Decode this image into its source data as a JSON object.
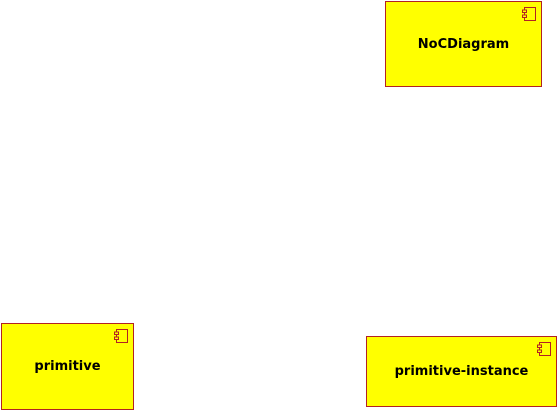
{
  "colors": {
    "component_fill": "#ffff00",
    "component_border": "#b22222"
  },
  "components": [
    {
      "label": "NoCDiagram",
      "icon": "uml-component-icon"
    },
    {
      "label": "primitive",
      "icon": "uml-component-icon"
    },
    {
      "label": "primitive-instance",
      "icon": "uml-component-icon"
    }
  ]
}
